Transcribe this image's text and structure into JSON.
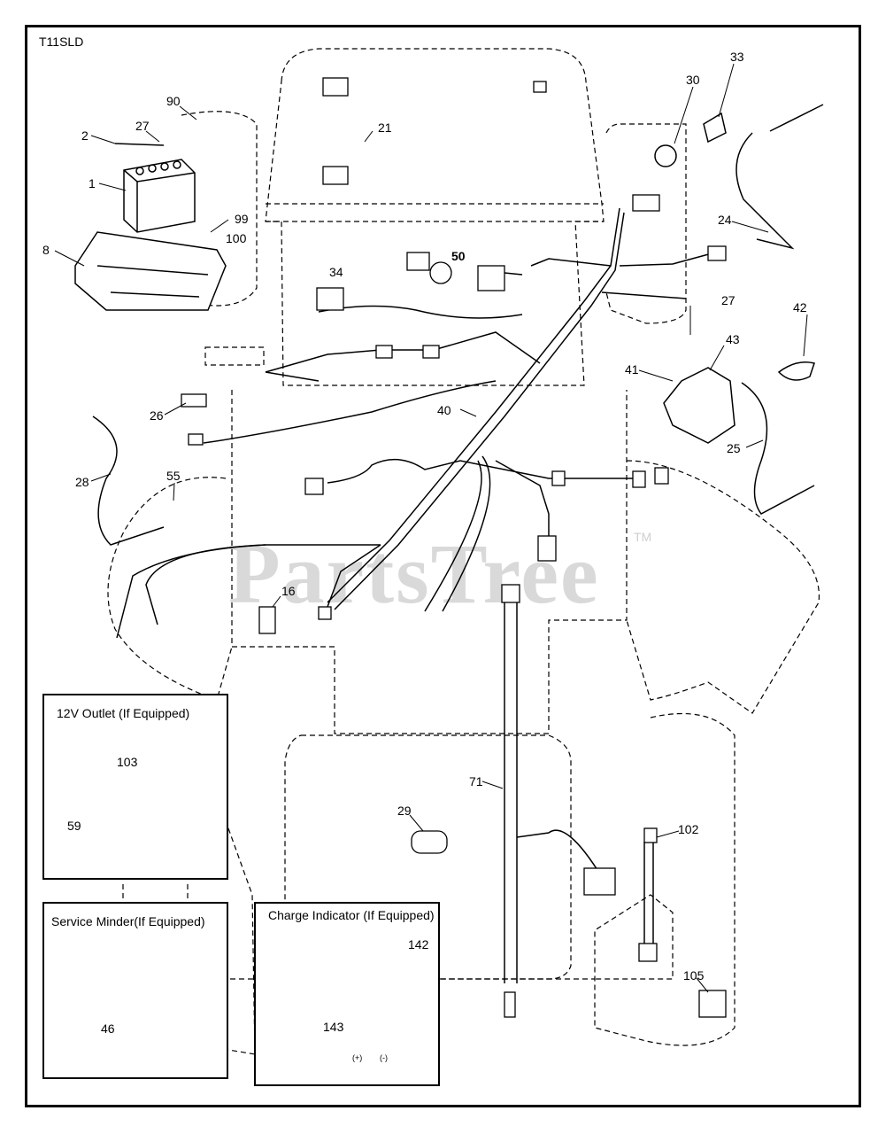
{
  "model": "T11SLD",
  "watermark": {
    "text": "PartsTree",
    "tm": "TM"
  },
  "callouts": {
    "c90": "90",
    "c27a": "27",
    "c2": "2",
    "c1": "1",
    "c99": "99",
    "c100": "100",
    "c8": "8",
    "c21": "21",
    "c30": "30",
    "c33": "33",
    "c24": "24",
    "c50": "50",
    "c34": "34",
    "c27b": "27",
    "c42": "42",
    "c43": "43",
    "c41": "41",
    "c26": "26",
    "c40": "40",
    "c28": "28",
    "c55": "55",
    "c25": "25",
    "c16": "16",
    "c71": "71",
    "c29": "29",
    "c102": "102",
    "c105": "105",
    "c103": "103",
    "c59": "59",
    "c46": "46",
    "c142": "142",
    "c143": "143"
  },
  "insets": {
    "outlet": {
      "title": "12V Outlet (If Equipped)"
    },
    "minder": {
      "title": "Service Minder(If Equipped)"
    },
    "charge": {
      "title": "Charge Indicator (If Equipped)",
      "plus": "(+)",
      "minus": "(-)"
    }
  }
}
